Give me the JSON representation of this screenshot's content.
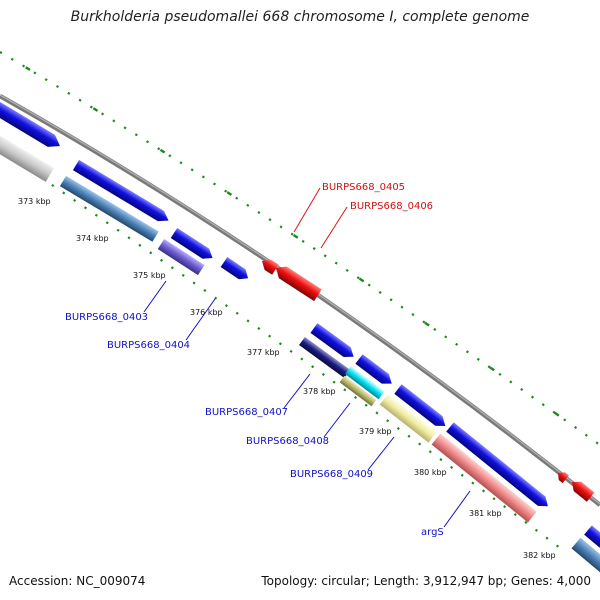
{
  "title": "Burkholderia pseudomallei 668 chromosome I, complete genome",
  "footer": {
    "accession": "Accession: NC_009074",
    "topology": "Topology: circular; Length: 3,912,947 bp; Genes: 4,000"
  },
  "colors": {
    "backbone": "#7a7a7a",
    "tick_dots": "#1a8a1a",
    "forward_feature": "#1010e0",
    "reverse_feature": "#e81010",
    "label_blue": "#1010c8",
    "label_red": "#d01010"
  },
  "tick_labels": [
    "373 kbp",
    "374 kbp",
    "375 kbp",
    "376 kbp",
    "377 kbp",
    "378 kbp",
    "379 kbp",
    "380 kbp",
    "381 kbp",
    "382 kbp"
  ],
  "gene_labels": [
    {
      "text": "BURPS668_0403",
      "color": "blue"
    },
    {
      "text": "BURPS668_0404",
      "color": "blue"
    },
    {
      "text": "BURPS668_0405",
      "color": "red"
    },
    {
      "text": "BURPS668_0406",
      "color": "red"
    },
    {
      "text": "BURPS668_0407",
      "color": "blue"
    },
    {
      "text": "BURPS668_0408",
      "color": "blue"
    },
    {
      "text": "BURPS668_0409",
      "color": "blue"
    },
    {
      "text": "argS",
      "color": "blue"
    }
  ]
}
